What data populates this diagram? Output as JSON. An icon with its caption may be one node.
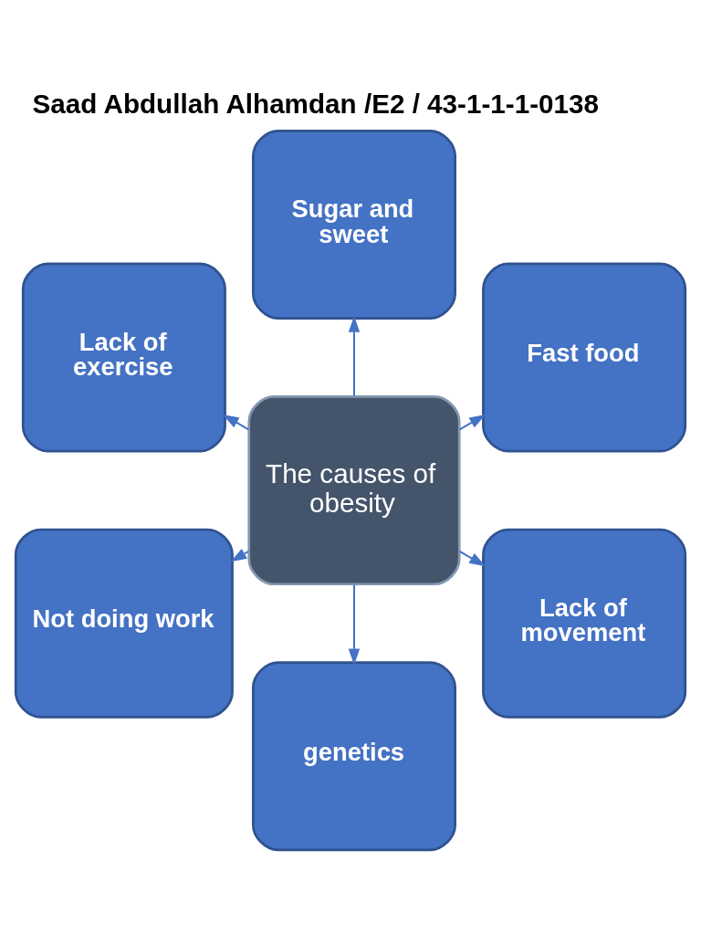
{
  "diagram": {
    "title": "Saad Abdullah Alhamdan /E2 / 43-1-1-1-0138",
    "nodes": [
      {
        "text": [
          "Sugar and sweet"
        ]
      },
      {
        "text": [
          "Fast food"
        ]
      },
      {
        "text": [
          "Lack of exercise"
        ]
      },
      {
        "text": [
          "The causes of obesity"
        ]
      },
      {
        "text": [
          "Lack of movement"
        ]
      },
      {
        "text": [
          "Not doing work"
        ]
      },
      {
        "text": [
          "genetics"
        ]
      }
    ],
    "edges": [
      {
        "from": 3,
        "to": 0,
        "arrow": "to"
      },
      {
        "from": 3,
        "to": 1,
        "arrow": "to"
      },
      {
        "from": 3,
        "to": 4,
        "arrow": "to"
      },
      {
        "from": 3,
        "to": 6,
        "arrow": "to"
      },
      {
        "from": 3,
        "to": 5,
        "arrow": "to"
      },
      {
        "from": 3,
        "to": 2,
        "arrow": "to"
      }
    ]
  }
}
